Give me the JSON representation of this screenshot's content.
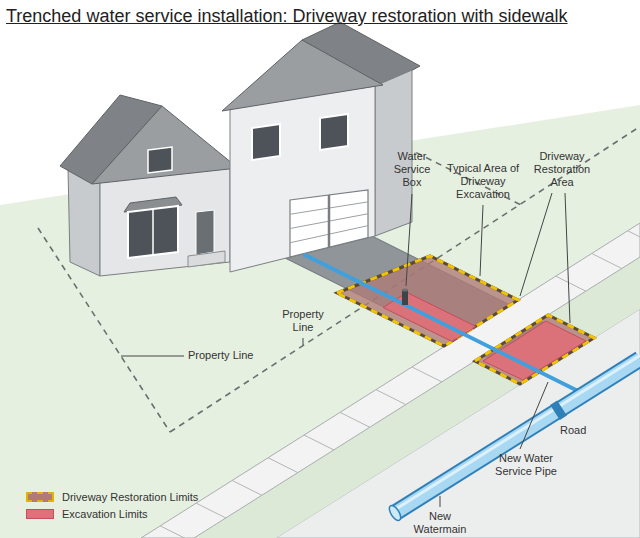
{
  "diagram": {
    "title": "Trenched water service installation: Driveway restoration with sidewalk",
    "labels": [
      "Water Service Box",
      "Typical Area of Driveway Excavation",
      "Driveway Restoration Area",
      "Property Line",
      "Property Line",
      "Road",
      "New Water Service Pipe",
      "New Watermain"
    ],
    "legend": [
      {
        "text": "Driveway Restoration Limits",
        "color": "#b07a76"
      },
      {
        "text": "Excavation Limits",
        "color": "#e0707a"
      }
    ]
  }
}
